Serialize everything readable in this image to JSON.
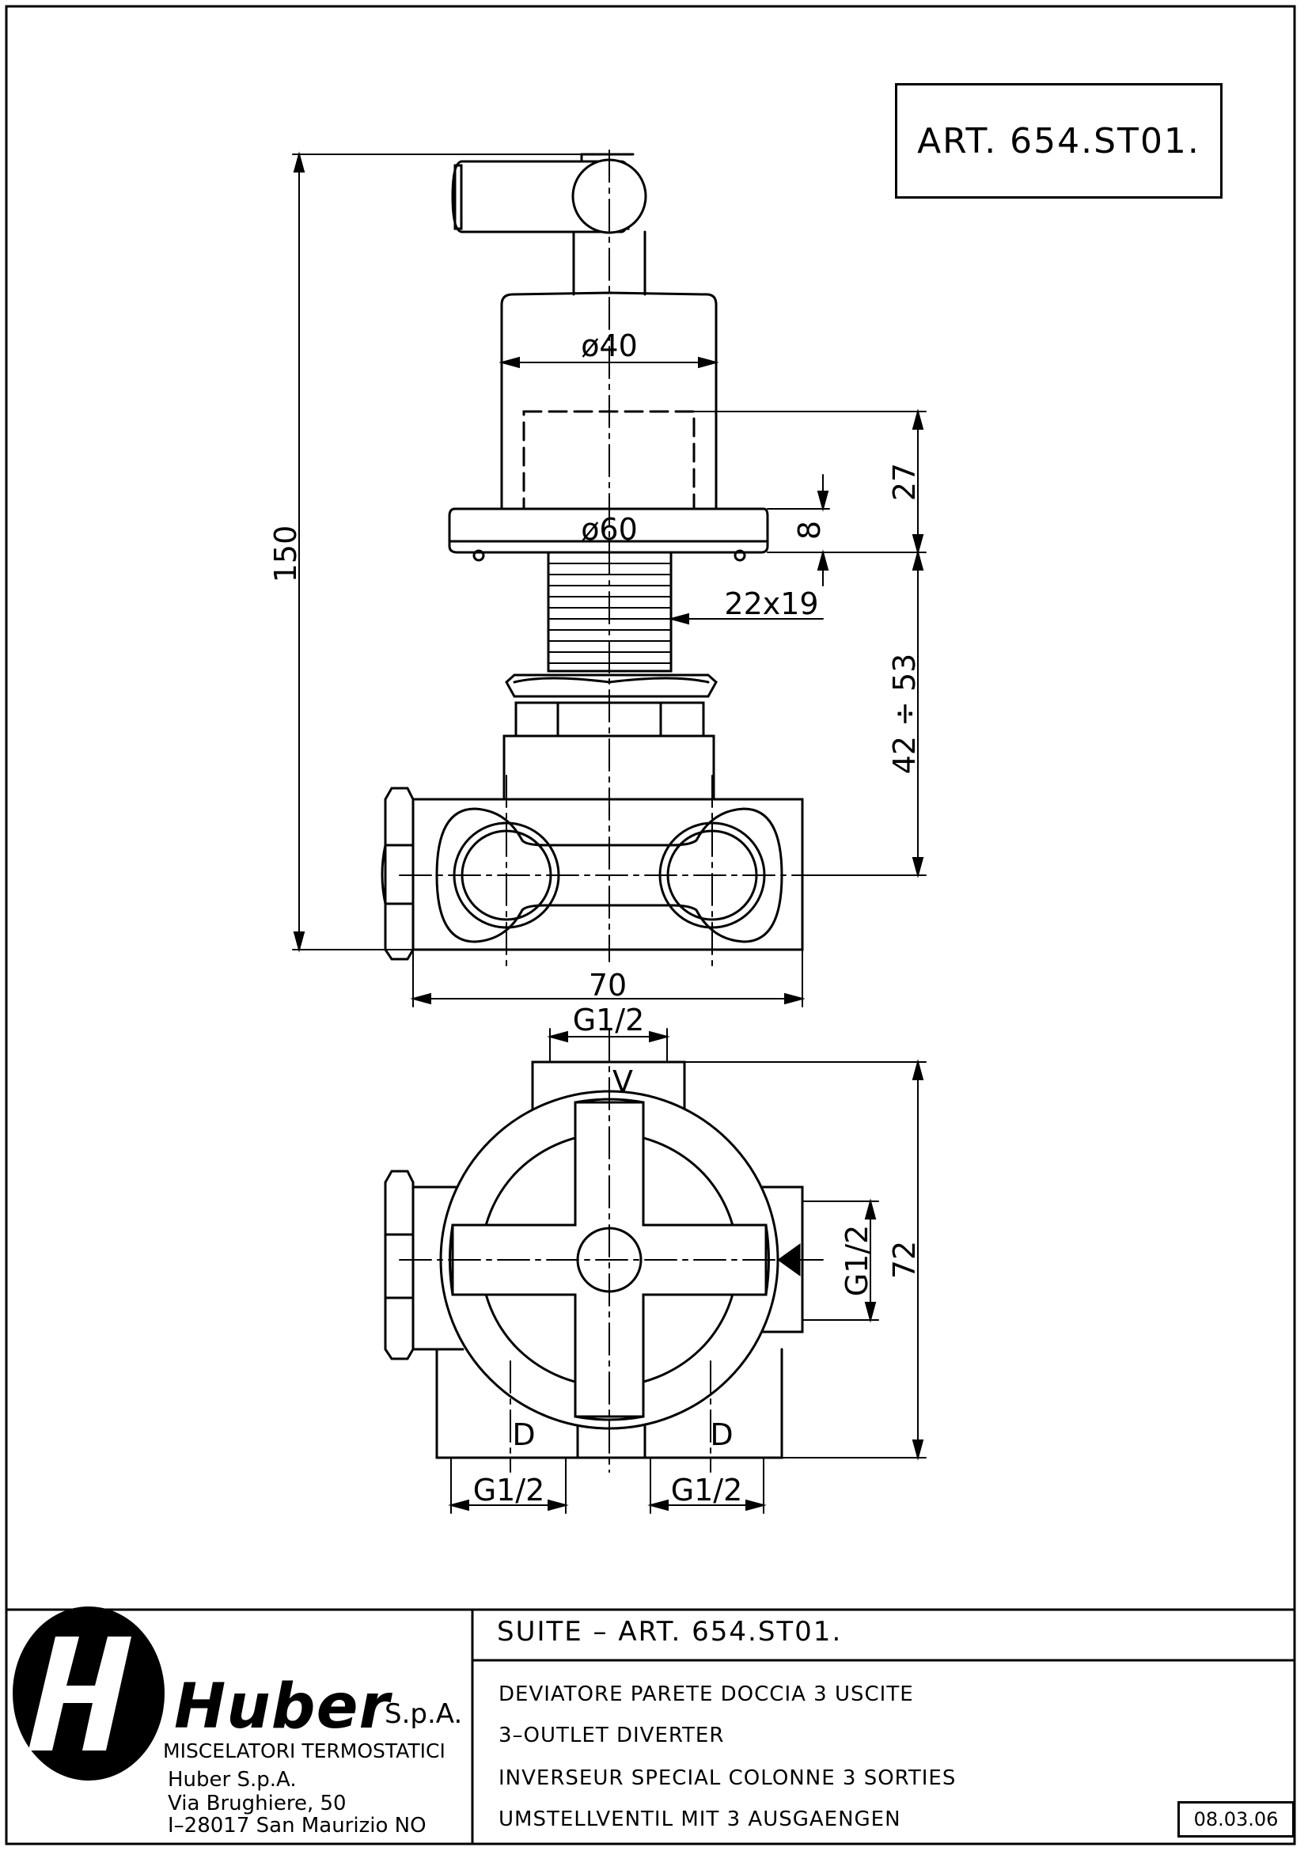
{
  "article_label": "ART.  654.ST01.",
  "dimensions": {
    "height_total": "150",
    "diam_40": "ø40",
    "diam_60": "ø60",
    "d27": "27",
    "d8": "8",
    "spindle": "22x19",
    "range": "42  ÷  53",
    "width": "70",
    "inlet_thread": "G1/2",
    "side_thread": "G1/2",
    "depth": "72",
    "outlet_left": "G1/2",
    "outlet_right": "G1/2",
    "label_v": "V",
    "label_d_left": "D",
    "label_d_right": "D"
  },
  "title_block": {
    "suite": "SUITE  –  ART.  654.ST01.",
    "desc_it": "DEVIATORE  PARETE  DOCCIA  3  USCITE",
    "desc_en": "3–OUTLET  DIVERTER",
    "desc_fr": "INVERSEUR  SPECIAL  COLONNE  3  SORTIES",
    "desc_de": "UMSTELLVENTIL  MIT  3  AUSGAENGEN",
    "date": "08.03.06"
  },
  "company": {
    "logo_word": "Huber",
    "logo_suffix": "S.p.A.",
    "tagline": "MISCELATORI  TERMOSTATICI",
    "address_1": "Huber  S.p.A.",
    "address_2": "Via  Brughiere,  50",
    "address_3": "I–28017  San  Maurizio  NO"
  }
}
